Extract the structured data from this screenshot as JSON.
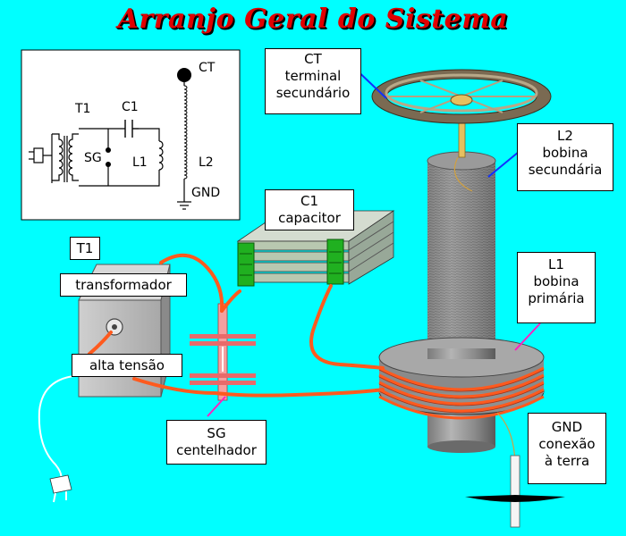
{
  "title": "Arranjo Geral do Sistema",
  "schematic": {
    "t1": "T1",
    "c1": "C1",
    "sg": "SG",
    "l1": "L1",
    "ct": "CT",
    "l2": "L2",
    "gnd": "GND"
  },
  "labels": {
    "ct": {
      "line1": "CT",
      "line2": "terminal",
      "line3": "secundário"
    },
    "l2": {
      "line1": "L2",
      "line2": "bobina",
      "line3": "secundária"
    },
    "c1": {
      "line1": "C1",
      "line2": "capacitor"
    },
    "t1": {
      "line1": "T1"
    },
    "transformer": {
      "line1": "transformador"
    },
    "high_voltage": {
      "line1": "alta tensão"
    },
    "l1": {
      "line1": "L1",
      "line2": "bobina",
      "line3": "primária"
    },
    "sg": {
      "line1": "SG",
      "line2": "centelhador"
    },
    "gnd": {
      "line1": "GND",
      "line2": "conexão",
      "line3": "à terra"
    }
  },
  "colors": {
    "background": "#00ffff",
    "title": "#e00000",
    "wire": "#ff5a1e",
    "pointer_blue": "#1030ff",
    "pointer_magenta": "#ff20c0",
    "capacitor_plate": "#b8c8b0",
    "capacitor_clamp": "#20b020"
  }
}
